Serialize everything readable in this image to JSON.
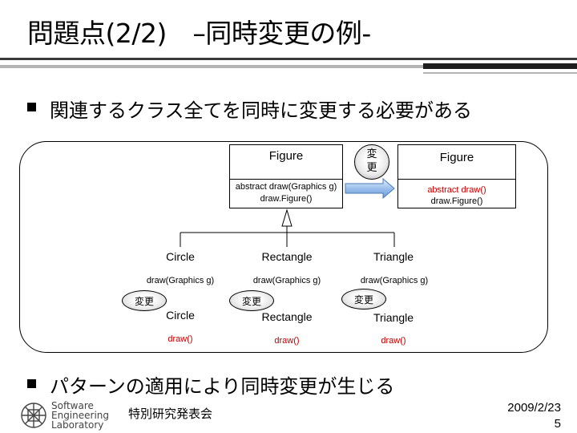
{
  "slide": {
    "title": "問題点(2/2)　–同時変更の例-",
    "bullets": [
      "関連するクラス全てを同時に変更する必要がある",
      "パターンの適用により同時変更が生じる"
    ]
  },
  "diagram": {
    "figure_old": {
      "name": "Figure",
      "method": "abstract draw(Graphics g)",
      "call": "draw.Figure()"
    },
    "change_label": "変更",
    "figure_new": {
      "name": "Figure",
      "method": "abstract draw()",
      "call": "draw.Figure()"
    },
    "subclasses_old": [
      {
        "name": "Circle",
        "method": "draw(Graphics g)"
      },
      {
        "name": "Rectangle",
        "method": "draw(Graphics g)"
      },
      {
        "name": "Triangle",
        "method": "draw(Graphics g)"
      }
    ],
    "subclasses_new": [
      {
        "name": "Circle",
        "method": "draw()"
      },
      {
        "name": "Rectangle",
        "method": "draw()"
      },
      {
        "name": "Triangle",
        "method": "draw()"
      }
    ]
  },
  "footer": {
    "logo_lines": [
      "Software",
      "Engineering",
      "Laboratory"
    ],
    "event": "特別研究発表会",
    "date": "2009/2/23",
    "page": "5"
  },
  "colors": {
    "accent_red": "#c00000",
    "bar_gray": "#b4b4b4",
    "bar_dark": "#1e1e1e"
  }
}
